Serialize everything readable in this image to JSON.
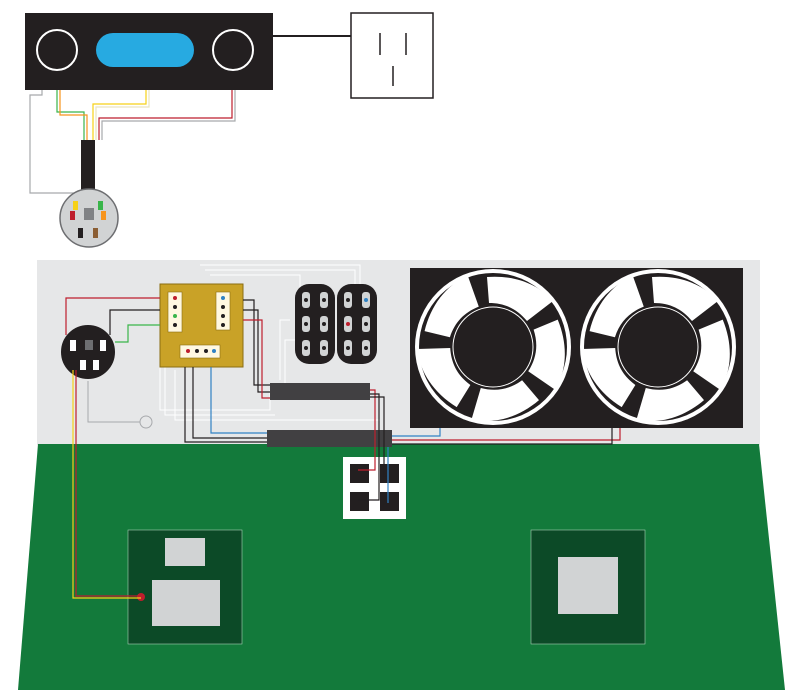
{
  "colors": {
    "background": "#ffffff",
    "power_supply_body": "#231f20",
    "power_supply_switch": "#27aae1",
    "outlet_face": "#ffffff",
    "connector_gray": "#d1d3d4",
    "chassis_panel": "#e6e7e8",
    "board_green": "#137a3b",
    "chip_pad": "#0c4a27",
    "chip_gray": "#d1d3d4",
    "header_gold": "#c9a227",
    "fan_housing": "#231f20",
    "fan_blade": "#ffffff",
    "wire_red": "#be1e2d",
    "wire_yellow": "#f7d117",
    "wire_green": "#39b54a",
    "wire_blue": "#3182c4",
    "wire_orange": "#f7941d",
    "wire_black": "#231f20",
    "wire_white": "#f1f2f2",
    "wire_gray": "#a7a9ac"
  },
  "icons": {
    "power_supply": "power-supply-icon",
    "wall_outlet": "wall-outlet-icon",
    "round_connector": "round-connector-icon",
    "fan": "fan-icon",
    "terminal_block": "terminal-block-icon",
    "header_board": "header-board-icon",
    "chip": "chip-icon"
  },
  "components": {
    "fan_count": 2,
    "terminal_block_count": 2,
    "chip_count": 2,
    "relay_block_pads": 4
  }
}
